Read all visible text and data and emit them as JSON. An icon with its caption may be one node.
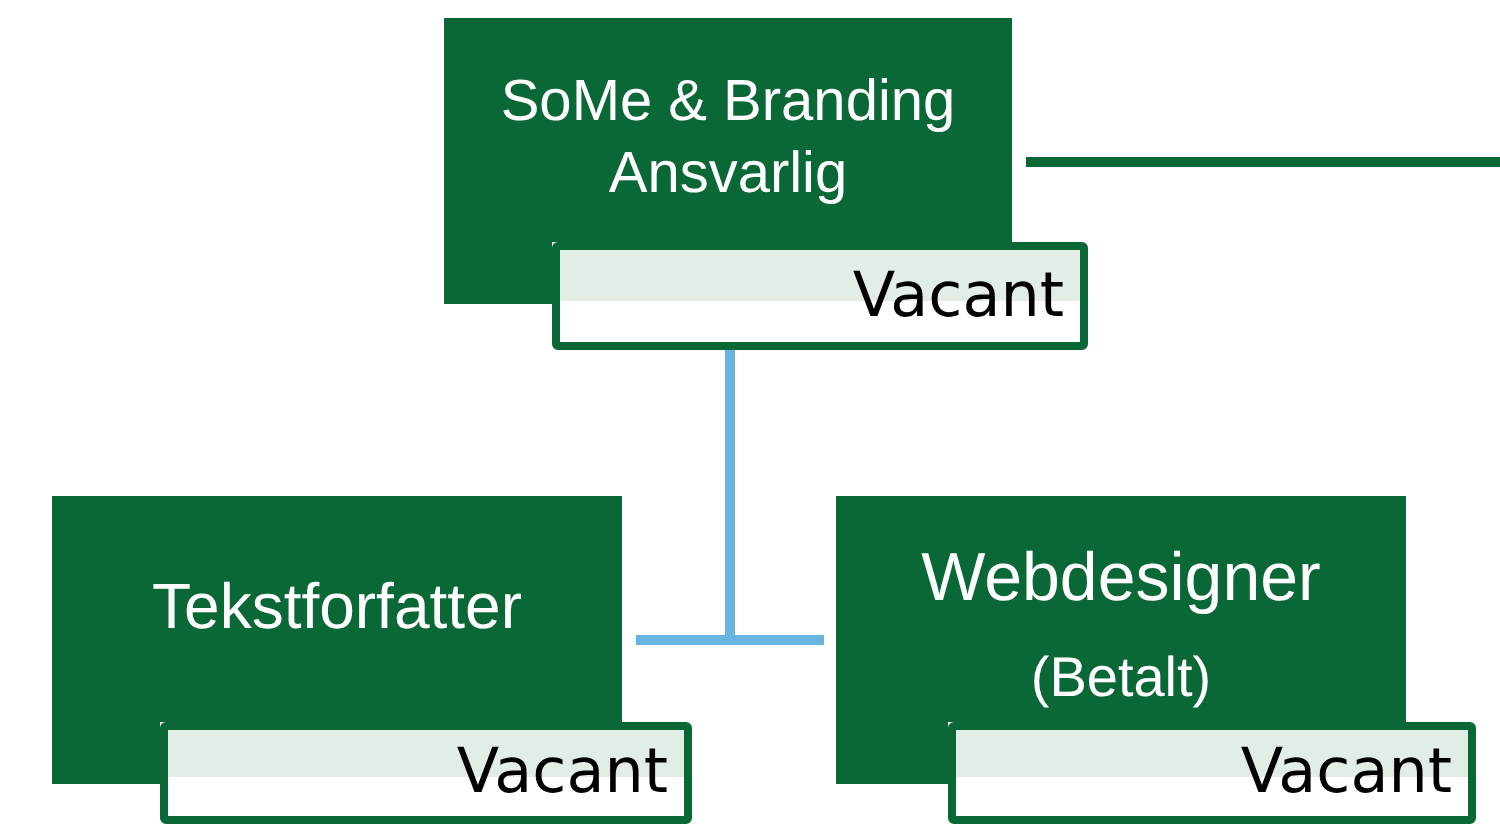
{
  "diagram": {
    "nodes": [
      {
        "text": [
          "SoMe & Branding Ansvarlig"
        ]
      },
      {
        "text": [
          "Vacant"
        ]
      },
      {
        "text": [
          "Tekstforfatter"
        ]
      },
      {
        "text": [
          "Vacant"
        ]
      },
      {
        "text": [
          "Webdesigner",
          "(Betalt)"
        ]
      },
      {
        "text": [
          "Vacant"
        ]
      }
    ],
    "edges": [
      {
        "from": 0,
        "to": null,
        "arrow": "none",
        "color": "#0a6836"
      },
      {
        "from": 1,
        "to": 2,
        "arrow": "none"
      },
      {
        "from": 1,
        "to": 4,
        "arrow": "none"
      }
    ]
  }
}
